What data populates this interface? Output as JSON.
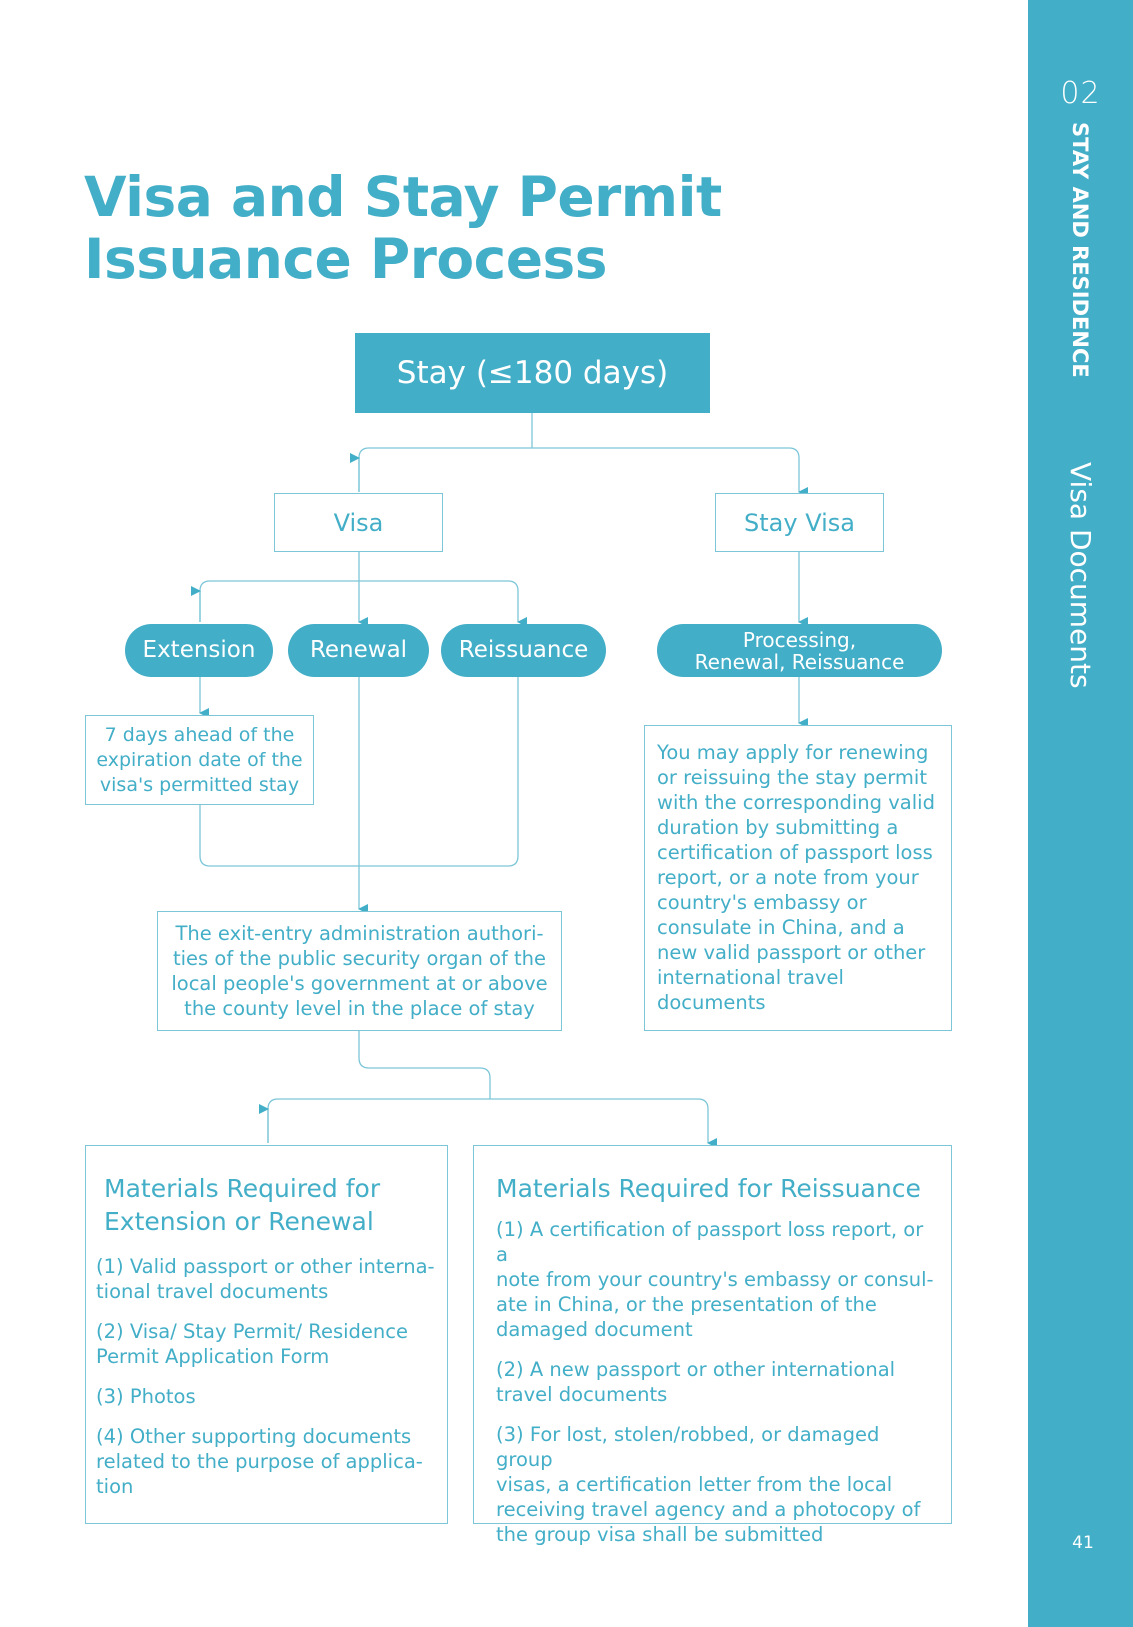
{
  "sidebar": {
    "chapter_number": "02",
    "section": "STAY AND RESIDENCE",
    "chapter": "Visa Documents",
    "page_number": "41"
  },
  "title": {
    "line1": "Visa and Stay Permit",
    "line2": "Issuance Process"
  },
  "flow": {
    "root": "Stay (≤180 days)",
    "visa": "Visa",
    "stay_visa": "Stay Visa",
    "extension": "Extension",
    "renewal": "Renewal",
    "reissuance": "Reissuance",
    "processing_line1": "Processing,",
    "processing_line2": "Renewal, Reissuance",
    "extension_note": [
      "7 days ahead of the",
      "expiration date of the",
      "visa's permitted stay"
    ],
    "authority": [
      "The exit-entry administration authori-",
      "ties of the public security organ of the",
      "local people's government at or above",
      "the county level in the place of stay"
    ],
    "stay_visa_note": [
      "You may apply for renewing",
      "or reissuing the stay permit",
      "with the corresponding valid",
      "duration by submitting a",
      "certification of passport loss",
      "report, or a note from your",
      "country's embassy or",
      "consulate in China, and a",
      "new valid passport or other",
      "international travel",
      "documents"
    ]
  },
  "materials_extension": {
    "heading": [
      "Materials Required for",
      "Extension or Renewal"
    ],
    "items": [
      [
        "(1) Valid passport or other interna-",
        "tional travel documents"
      ],
      [
        "(2) Visa/ Stay Permit/ Residence",
        "Permit Application Form"
      ],
      [
        "(3) Photos"
      ],
      [
        "(4) Other supporting documents",
        "related to the purpose of applica-",
        "tion"
      ]
    ]
  },
  "materials_reissuance": {
    "heading": [
      "Materials Required for Reissuance"
    ],
    "items": [
      [
        "(1) A certification of passport loss report, or a",
        "note from your country's embassy or consul-",
        "ate in China, or the presentation of the",
        "damaged document"
      ],
      [
        "(2) A new passport or other international",
        "travel documents"
      ],
      [
        "(3) For lost, stolen/robbed, or damaged group",
        "visas, a certification letter from the local",
        "receiving travel agency and a photocopy of",
        "the group visa shall be submitted"
      ]
    ]
  },
  "colors": {
    "accent": "#43aec7",
    "line": "#7cc6d8"
  }
}
